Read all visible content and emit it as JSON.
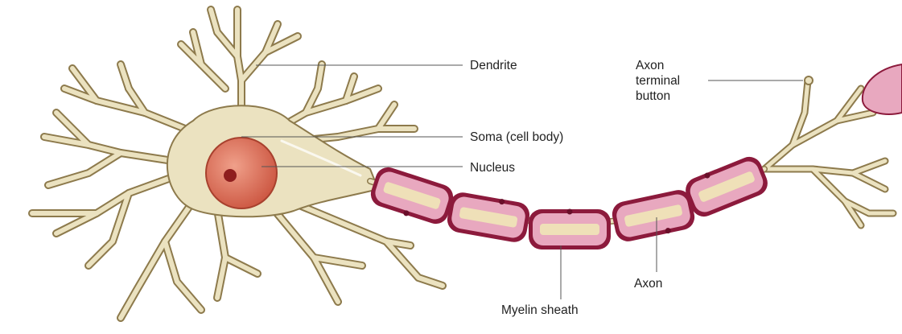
{
  "labels": {
    "dendrite": "Dendrite",
    "soma": "Soma (cell body)",
    "nucleus": "Nucleus",
    "axon_terminal": "Axon\nterminal\nbutton",
    "axon": "Axon",
    "myelin": "Myelin sheath"
  },
  "colors": {
    "cell_fill": "#ebe2c0",
    "cell_outline": "#8d7a4c",
    "nucleus_fill": "#d96b52",
    "nucleolus_fill": "#8e1e1e",
    "myelin_outer": "#8c1a3c",
    "myelin_fill": "#e8a8bf",
    "axon_core": "#efe0b8",
    "terminal_fill": "#e8a8bf",
    "leader_line": "#555555"
  }
}
